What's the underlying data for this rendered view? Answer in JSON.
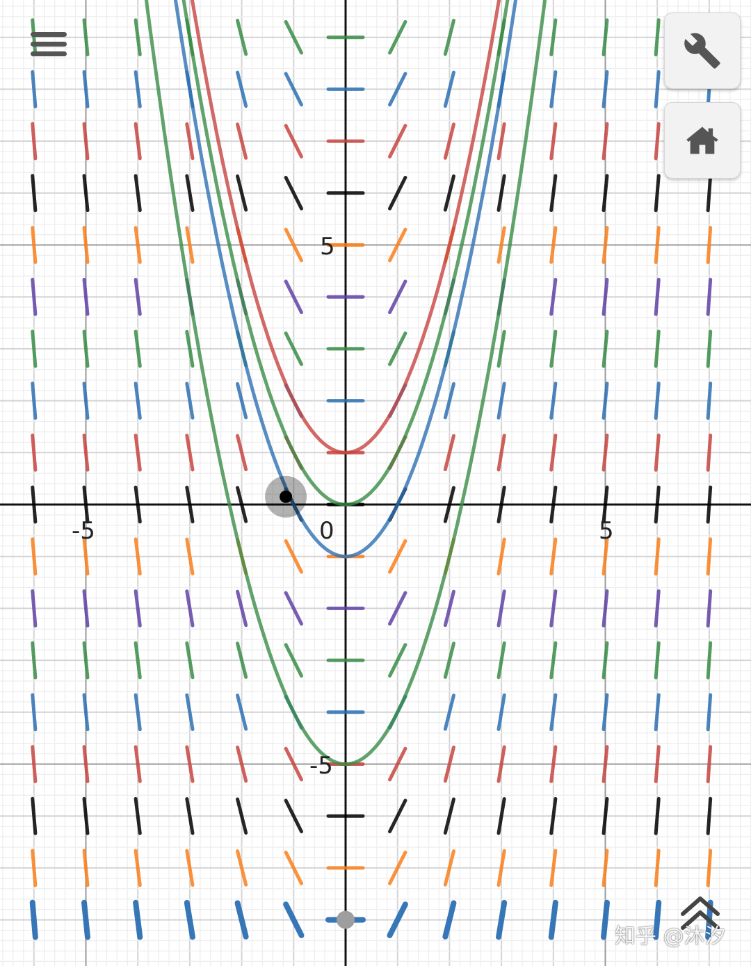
{
  "toolbar": {
    "menu_icon": "hamburger-menu-icon",
    "settings_icon": "wrench-icon",
    "home_icon": "home-icon",
    "collapse_icon": "double-chevron-up-icon"
  },
  "axes": {
    "x_tick_labels": [
      "-5",
      "0",
      "5"
    ],
    "y_tick_labels": [
      "5",
      "-5"
    ],
    "x_range": [
      -6.6,
      7.8
    ],
    "y_range": [
      -8.9,
      9.7
    ],
    "grid": true
  },
  "chart_data": {
    "type": "line",
    "slope_field": {
      "slope_formula": "dy/dx = 2x",
      "x_values": [
        -6,
        -5,
        -4,
        -3,
        -2,
        -1,
        0,
        1,
        2,
        3,
        4,
        5,
        6,
        7
      ],
      "y_values": [
        9,
        8,
        7,
        6,
        5,
        4,
        3,
        2,
        1,
        0,
        -1,
        -2,
        -3,
        -4,
        -5,
        -6,
        -7,
        -8
      ],
      "row_colors": [
        "#388c46",
        "#2d70b3",
        "#c74440",
        "#000000",
        "#fa7e19",
        "#6042a6"
      ],
      "highlighted_row_y": -8,
      "highlighted_row_color": "#2d70b3"
    },
    "series": [
      {
        "formula": "y = x^2 + 1",
        "c": 1,
        "color": "#c74440"
      },
      {
        "formula": "y = x^2",
        "c": 0,
        "color": "#388c46"
      },
      {
        "formula": "y = x^2 - 1",
        "c": -1,
        "color": "#2d70b3"
      },
      {
        "formula": "y = x^2 - 5",
        "c": -5,
        "color": "#388c46"
      }
    ],
    "draggable_point": {
      "x": -1.15,
      "y": 0.15
    },
    "slider_point": {
      "x": 0,
      "y": -8
    }
  },
  "watermark": "知乎 @沐汐"
}
